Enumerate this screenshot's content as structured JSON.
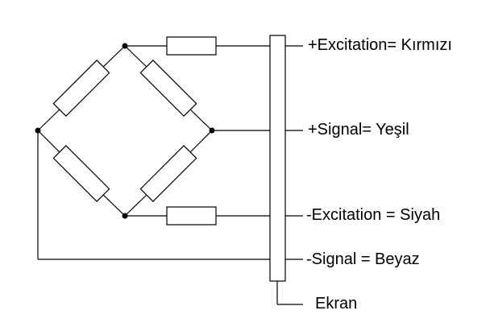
{
  "labels": {
    "excitation_plus": "+Excitation= Kırmızı",
    "signal_plus": "+Signal= Yeşil",
    "excitation_minus": "-Excitation = Siyah",
    "signal_minus": "-Signal = Beyaz",
    "shield": "Ekran"
  }
}
